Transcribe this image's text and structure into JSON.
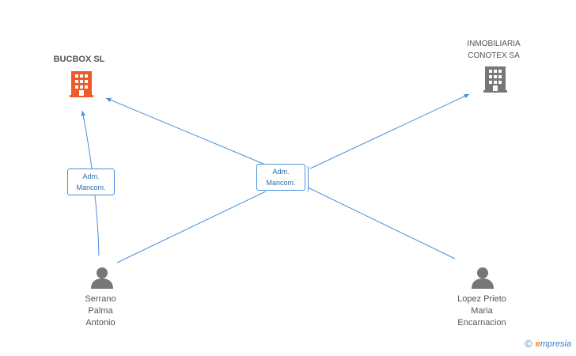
{
  "nodes": {
    "bucbox": {
      "name": "BUCBOX SL",
      "type": "company",
      "highlight": true
    },
    "conotex": {
      "name": "INMOBILIARIA\nCONOTEX SA",
      "type": "company",
      "highlight": false
    },
    "serrano": {
      "name": "Serrano\nPalma\nAntonio",
      "type": "person"
    },
    "lopez": {
      "name": "Lopez Prieto\nMaria\nEncarnacion",
      "type": "person"
    }
  },
  "edge_labels": {
    "serrano_bucbox": "Adm.\nMancom.",
    "center": "Adm.\nMancom."
  },
  "colors": {
    "edge": "#4a90d9",
    "company_highlight": "#f05a28",
    "company_default": "#777777",
    "person": "#777777"
  },
  "footer": {
    "copyright": "©",
    "brand_initial": "e",
    "brand_rest": "mpresia"
  }
}
